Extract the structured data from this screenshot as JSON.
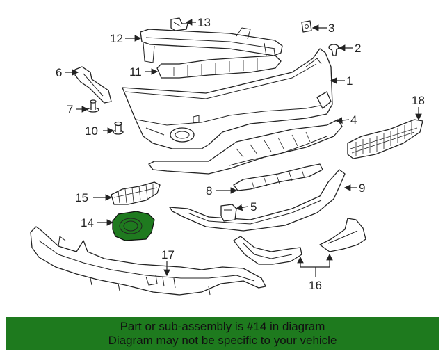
{
  "callouts": [
    "1",
    "2",
    "3",
    "4",
    "5",
    "6",
    "7",
    "8",
    "9",
    "10",
    "11",
    "12",
    "13",
    "14",
    "15",
    "16",
    "17",
    "18"
  ],
  "highlighted_part": "14",
  "highlight_color": "#1e7a1e",
  "banner": {
    "line1": "Part or sub-assembly is #14 in diagram",
    "line2": "Diagram may not be specific to your vehicle"
  }
}
